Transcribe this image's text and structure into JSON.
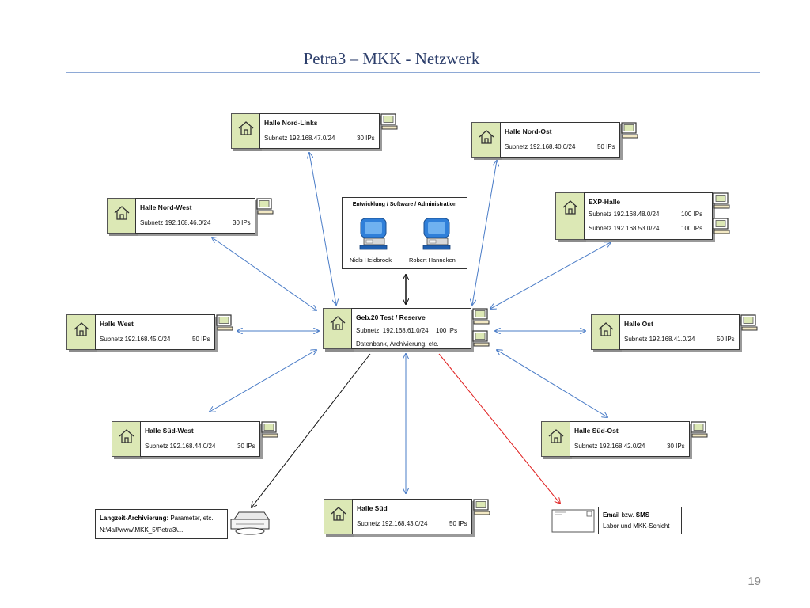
{
  "slide": {
    "title": "Petra3 – MKK - Netzwerk",
    "page_number": "19"
  },
  "halls": {
    "nord_links": {
      "name": "Halle Nord-Links",
      "subnet": "Subnetz 192.168.47.0/24",
      "ips": "30 IPs"
    },
    "nord_ost": {
      "name": "Halle Nord-Ost",
      "subnet": "Subnetz 192.168.40.0/24",
      "ips": "50 IPs"
    },
    "nord_west": {
      "name": "Halle Nord-West",
      "subnet": "Subnetz 192.168.46.0/24",
      "ips": "30 IPs"
    },
    "exp": {
      "name": "EXP-Halle",
      "subnet1": "Subnetz 192.168.48.0/24",
      "ips1": "100 IPs",
      "subnet2": "Subnetz 192.168.53.0/24",
      "ips2": "100 IPs"
    },
    "west": {
      "name": "Halle West",
      "subnet": "Subnetz 192.168.45.0/24",
      "ips": "50 IPs"
    },
    "ost": {
      "name": "Halle Ost",
      "subnet": "Subnetz 192.168.41.0/24",
      "ips": "50 IPs"
    },
    "sued_west": {
      "name": "Halle Süd-West",
      "subnet": "Subnetz 192.168.44.0/24",
      "ips": "30 IPs"
    },
    "sued_ost": {
      "name": "Halle Süd-Ost",
      "subnet": "Subnetz 192.168.42.0/24",
      "ips": "30 IPs"
    },
    "sued": {
      "name": "Halle Süd",
      "subnet": "Subnetz 192.168.43.0/24",
      "ips": "50 IPs"
    }
  },
  "center": {
    "name": "Geb.20 Test / Reserve",
    "subnet": "Subnetz: 192.168.61.0/24",
    "ips": "100 IPs",
    "services": "Datenbank, Archivierung, etc."
  },
  "dev": {
    "header": "Entwicklung / Software / Administration",
    "person1": "Niels Heidbrook",
    "person2": "Robert Hanneken"
  },
  "archive": {
    "label_bold": "Langzeit-Archivierung:",
    "label_rest": " Parameter, etc.",
    "path": "N:\\4all\\www\\MKK_5\\Petra3\\..."
  },
  "email": {
    "bold1": "Email",
    "mid": " bzw. ",
    "bold2": "SMS",
    "line2": "Labor und MKK-Schicht"
  },
  "colors": {
    "link_blue": "#4a7cc7",
    "alert_red": "#e02020",
    "line_black": "#111111",
    "house_fill": "#dce8b5"
  }
}
